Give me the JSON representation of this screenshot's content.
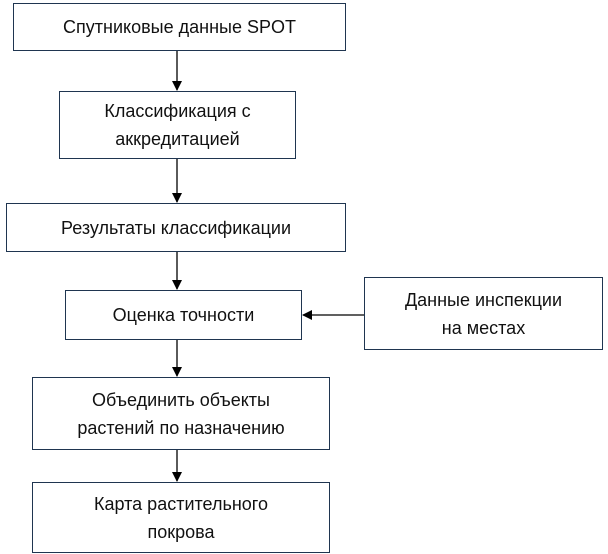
{
  "diagram": {
    "nodes": [
      {
        "id": "n1",
        "label": "Спутниковые данные SPOT"
      },
      {
        "id": "n2",
        "label": "Классификация с\nаккредитацией"
      },
      {
        "id": "n3",
        "label": "Результаты классификации"
      },
      {
        "id": "n4",
        "label": "Оценка точности"
      },
      {
        "id": "n5",
        "label": "Данные инспекции\nна местах"
      },
      {
        "id": "n6",
        "label": "Объединить объекты\nрастений по назначению"
      },
      {
        "id": "n7",
        "label": "Карта растительного\nпокрова"
      }
    ],
    "edges": [
      {
        "from": "n1",
        "to": "n2"
      },
      {
        "from": "n2",
        "to": "n3"
      },
      {
        "from": "n3",
        "to": "n4"
      },
      {
        "from": "n5",
        "to": "n4"
      },
      {
        "from": "n4",
        "to": "n6"
      },
      {
        "from": "n6",
        "to": "n7"
      }
    ],
    "line_color": "#000000",
    "border_color": "#1f3550"
  }
}
